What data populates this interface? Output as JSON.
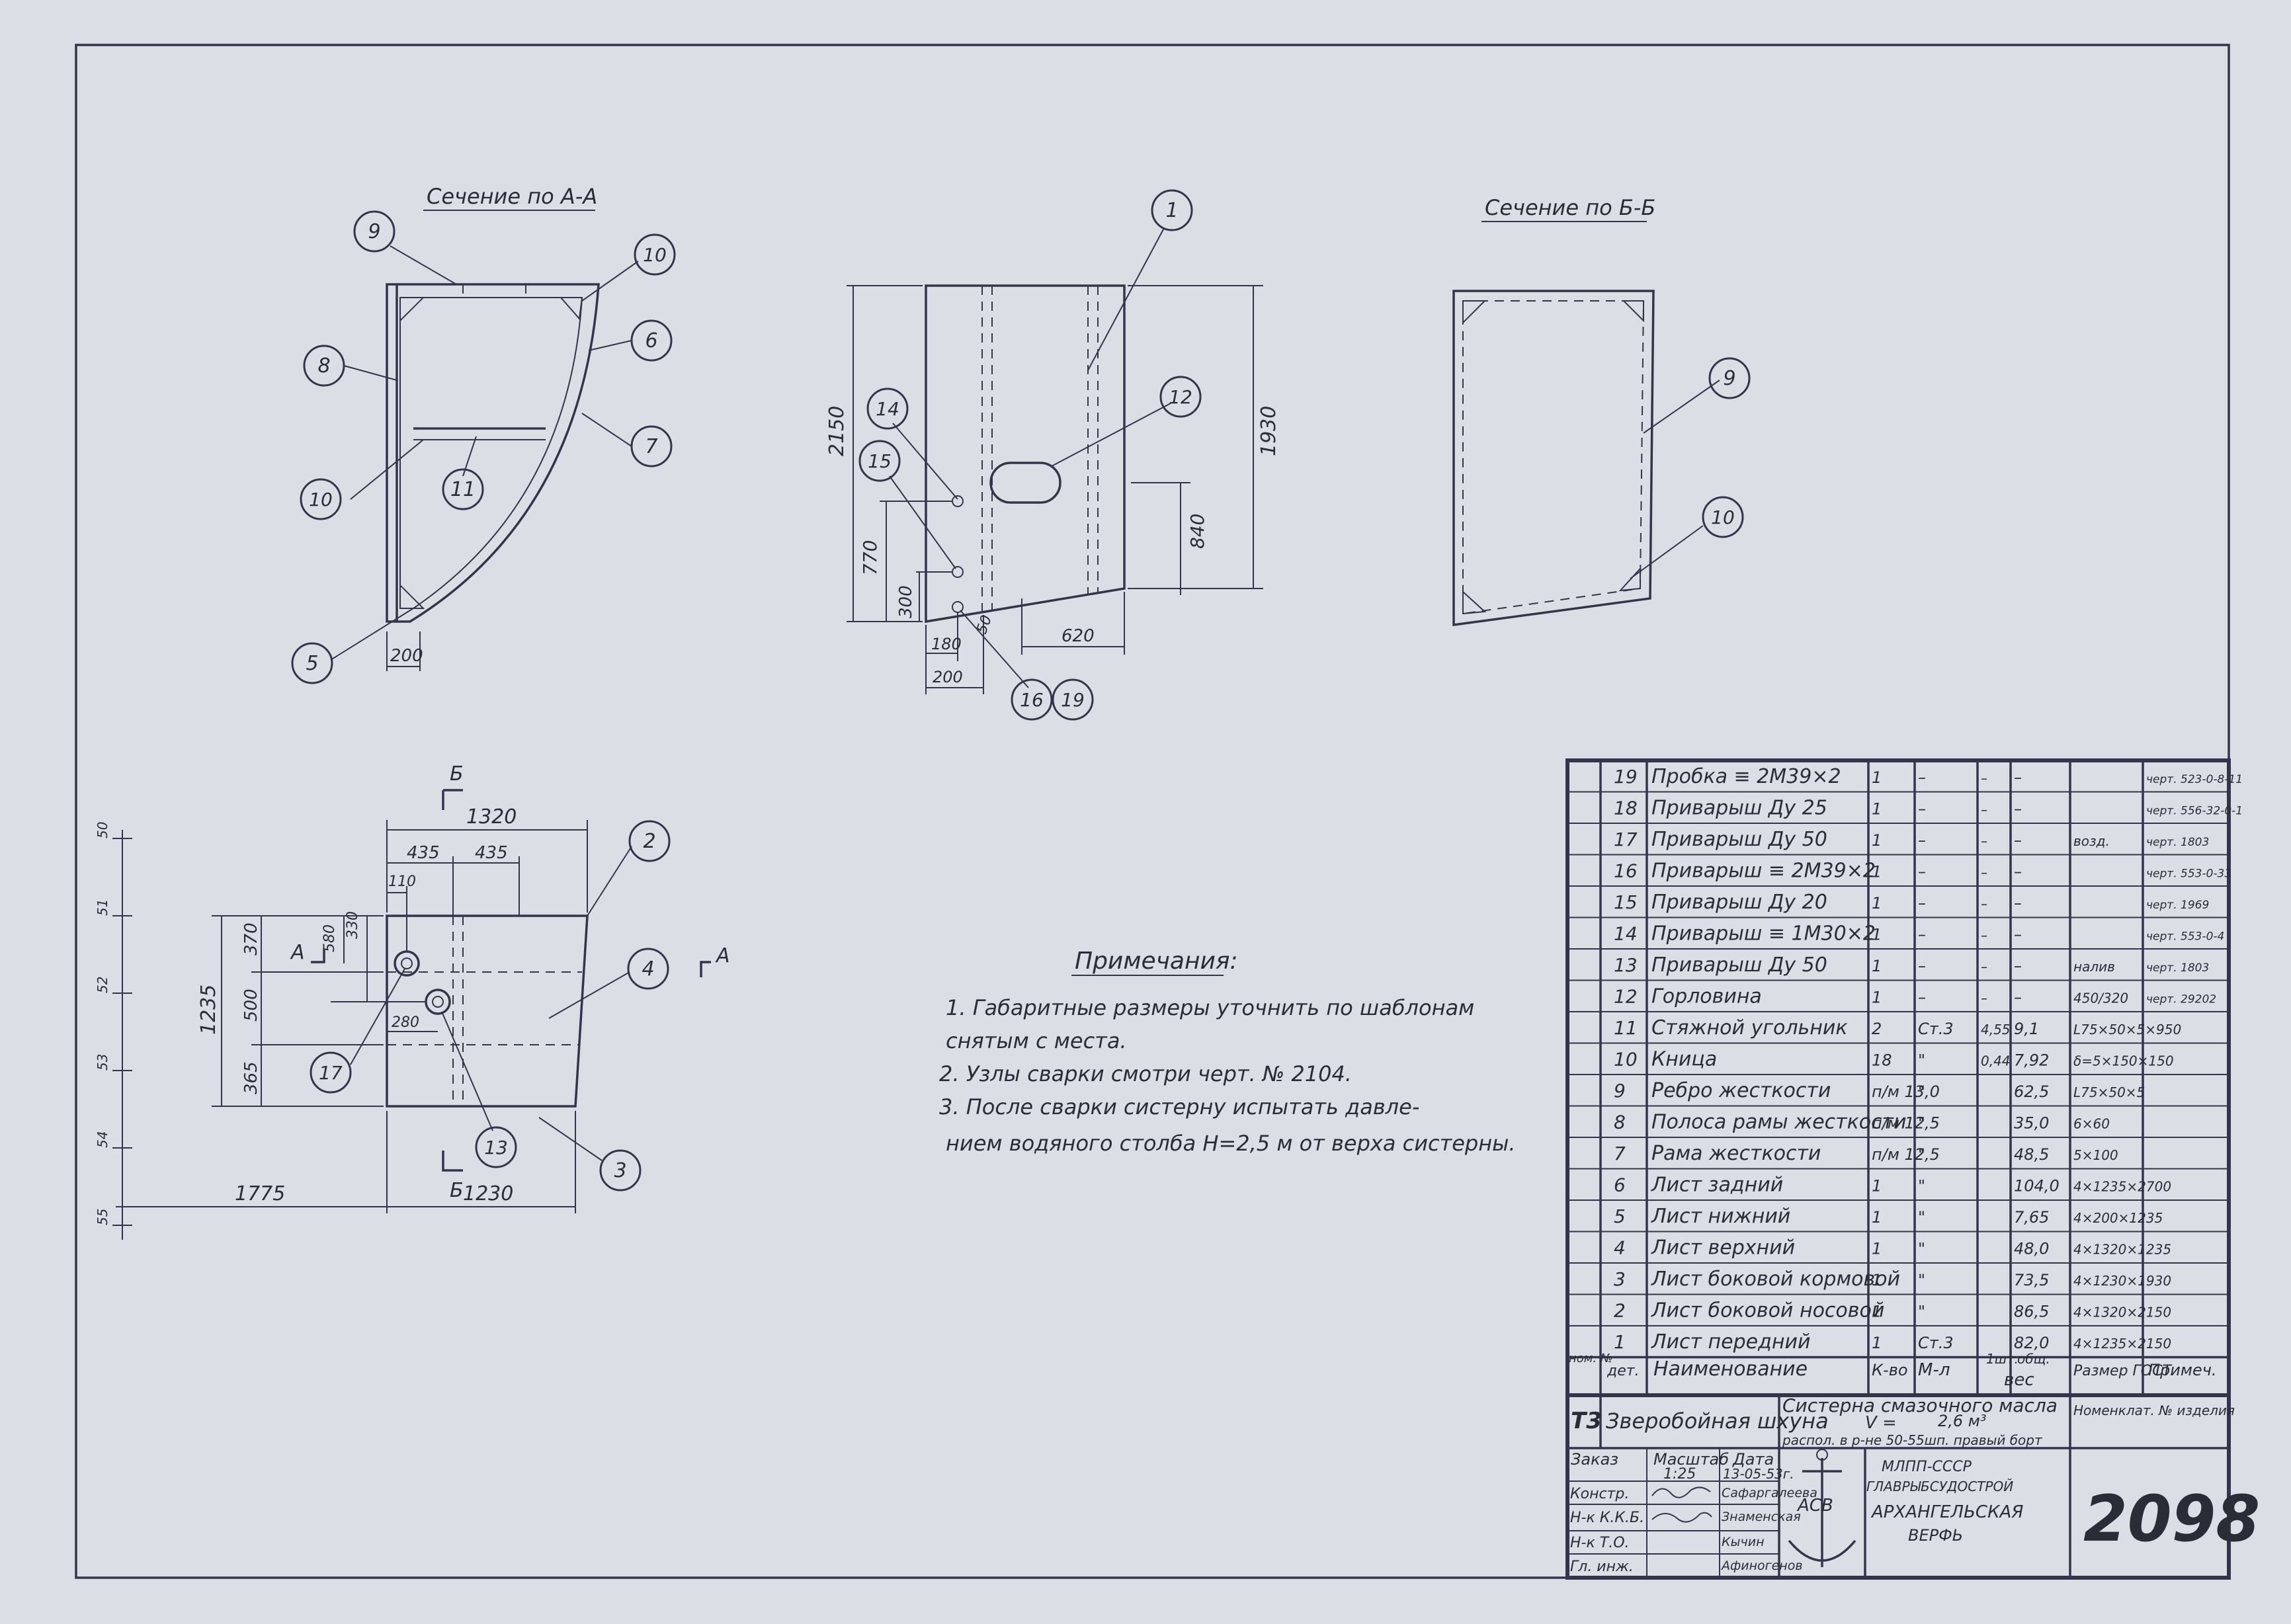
{
  "sections": {
    "aa_title": "Сечение по А-А",
    "bb_title": "Сечение по Б-Б",
    "aa_callouts": [
      "9",
      "10",
      "8",
      "6",
      "7",
      "10",
      "11",
      "5"
    ],
    "aa_dim_200": "200",
    "front_callouts": [
      "1",
      "12",
      "14",
      "15",
      "16",
      "19"
    ],
    "front_dims": {
      "d2150": "2150",
      "d1930": "1930",
      "d770": "770",
      "d840": "840",
      "d300": "300",
      "d620": "620",
      "d180": "180",
      "d50": "50",
      "d200": "200"
    },
    "bb_callouts": [
      "9",
      "10"
    ]
  },
  "plan": {
    "callouts": [
      "2",
      "4",
      "17",
      "13",
      "3"
    ],
    "dims": {
      "d1320": "1320",
      "d435a": "435",
      "d435b": "435",
      "d110": "110",
      "d580": "580",
      "d330": "330",
      "d370": "370",
      "d1235": "1235",
      "d500": "500",
      "d365": "365",
      "d280": "280",
      "d1775": "1775",
      "d1230": "1230"
    },
    "frame_labels": [
      "50",
      "51",
      "52",
      "53",
      "54",
      "55"
    ],
    "section_marks": {
      "a": "А",
      "b": "Б"
    }
  },
  "notes": {
    "title": "Примечания:",
    "lines": [
      "1. Габаритные размеры уточнить по шаблонам",
      "снятым с места.",
      "2. Узлы сварки смотри черт. № 2104.",
      "3. После сварки систерну испытать давле-",
      "нием водяного столба H=2,5 м от верха систерны."
    ]
  },
  "parts_table": {
    "rows": [
      {
        "pos": "19",
        "name": "Пробка ≡ 2М39×2",
        "qty": "1",
        "mat": "–",
        "w1": "–",
        "wt": "–",
        "size": "",
        "note": "черт. 523-0-8-11"
      },
      {
        "pos": "18",
        "name": "Приварыш Ду 25",
        "qty": "1",
        "mat": "–",
        "w1": "–",
        "wt": "–",
        "size": "",
        "note": "черт. 556-32-0-1"
      },
      {
        "pos": "17",
        "name": "Приварыш Ду 50",
        "qty": "1",
        "mat": "–",
        "w1": "–",
        "wt": "–",
        "size": "возд.",
        "note": "черт. 1803"
      },
      {
        "pos": "16",
        "name": "Приварыш ≡ 2М39×2",
        "qty": "1",
        "mat": "–",
        "w1": "–",
        "wt": "–",
        "size": "",
        "note": "черт. 553-0-33"
      },
      {
        "pos": "15",
        "name": "Приварыш Ду 20",
        "qty": "1",
        "mat": "–",
        "w1": "–",
        "wt": "–",
        "size": "",
        "note": "черт. 1969"
      },
      {
        "pos": "14",
        "name": "Приварыш ≡ 1М30×2",
        "qty": "1",
        "mat": "–",
        "w1": "–",
        "wt": "–",
        "size": "",
        "note": "черт. 553-0-4"
      },
      {
        "pos": "13",
        "name": "Приварыш Ду 50",
        "qty": "1",
        "mat": "–",
        "w1": "–",
        "wt": "–",
        "size": "налив",
        "note": "черт. 1803"
      },
      {
        "pos": "12",
        "name": "Горловина",
        "qty": "1",
        "mat": "–",
        "w1": "–",
        "wt": "–",
        "size": "450/320",
        "note": "черт. 29202"
      },
      {
        "pos": "11",
        "name": "Стяжной угольник",
        "qty": "2",
        "mat": "Ст.3",
        "w1": "4,55",
        "wt": "9,1",
        "size": "L75×50×5×950",
        "note": ""
      },
      {
        "pos": "10",
        "name": "Кница",
        "qty": "18",
        "mat": "\"",
        "w1": "0,44",
        "wt": "7,92",
        "size": "δ=5×150×150",
        "note": ""
      },
      {
        "pos": "9",
        "name": "Ребро жесткости",
        "qty": "п/м 13,0",
        "mat": "\"",
        "w1": "",
        "wt": "62,5",
        "size": "L75×50×5",
        "note": ""
      },
      {
        "pos": "8",
        "name": "Полоса рамы жесткости",
        "qty": "п/м 12,5",
        "mat": "\"",
        "w1": "",
        "wt": "35,0",
        "size": "6×60",
        "note": ""
      },
      {
        "pos": "7",
        "name": "Рама жесткости",
        "qty": "п/м 12,5",
        "mat": "\"",
        "w1": "",
        "wt": "48,5",
        "size": "5×100",
        "note": ""
      },
      {
        "pos": "6",
        "name": "Лист задний",
        "qty": "1",
        "mat": "\"",
        "w1": "",
        "wt": "104,0",
        "size": "4×1235×2700",
        "note": ""
      },
      {
        "pos": "5",
        "name": "Лист нижний",
        "qty": "1",
        "mat": "\"",
        "w1": "",
        "wt": "7,65",
        "size": "4×200×1235",
        "note": ""
      },
      {
        "pos": "4",
        "name": "Лист верхний",
        "qty": "1",
        "mat": "\"",
        "w1": "",
        "wt": "48,0",
        "size": "4×1320×1235",
        "note": ""
      },
      {
        "pos": "3",
        "name": "Лист боковой кормовой",
        "qty": "1",
        "mat": "\"",
        "w1": "",
        "wt": "73,5",
        "size": "4×1230×1930",
        "note": ""
      },
      {
        "pos": "2",
        "name": "Лист боковой носовой",
        "qty": "1",
        "mat": "\"",
        "w1": "",
        "wt": "86,5",
        "size": "4×1320×2150",
        "note": ""
      },
      {
        "pos": "1",
        "name": "Лист передний",
        "qty": "1",
        "mat": "Ст.3",
        "w1": "",
        "wt": "82,0",
        "size": "4×1235×2150",
        "note": ""
      }
    ],
    "headers": {
      "pos": "ном. №",
      "det": "дет.",
      "name": "Наименование",
      "qty": "К-во",
      "mat": "М-л",
      "w1": "1шт.",
      "wt": "общ.",
      "weight": "вес",
      "size": "Размер ГОСТ",
      "note": "Примеч."
    }
  },
  "title_block": {
    "code": "Т3",
    "project": "Зверобойная шхуна",
    "drawing_name": "Систерна смазочного масла",
    "volume_label": "V =",
    "volume_value": "2,6 м³",
    "placement": "распол. в р-не 50-55шп. правый борт",
    "nomenclature": "Номенклат. № изделия",
    "order_label": "Заказ",
    "scale_label": "Масштаб",
    "scale_value": "1:25",
    "date_label": "Дата",
    "date_value": "13-05-53г.",
    "roles": [
      "Констр.",
      "Н-к К.К.Б.",
      "Н-к Т.О.",
      "Гл. инж."
    ],
    "names": [
      "Сафаргалеева",
      "Знаменская",
      "Кычин",
      "Афиногенов"
    ],
    "org_line1": "МЛПП-СССР",
    "org_line2": "ГЛАВРЫБСУДОСТРОЙ",
    "org_line3": "АРХАНГЕЛЬСКАЯ",
    "org_line4": "ВЕРФЬ",
    "logo_text": "АСВ",
    "drawing_number": "2098"
  }
}
